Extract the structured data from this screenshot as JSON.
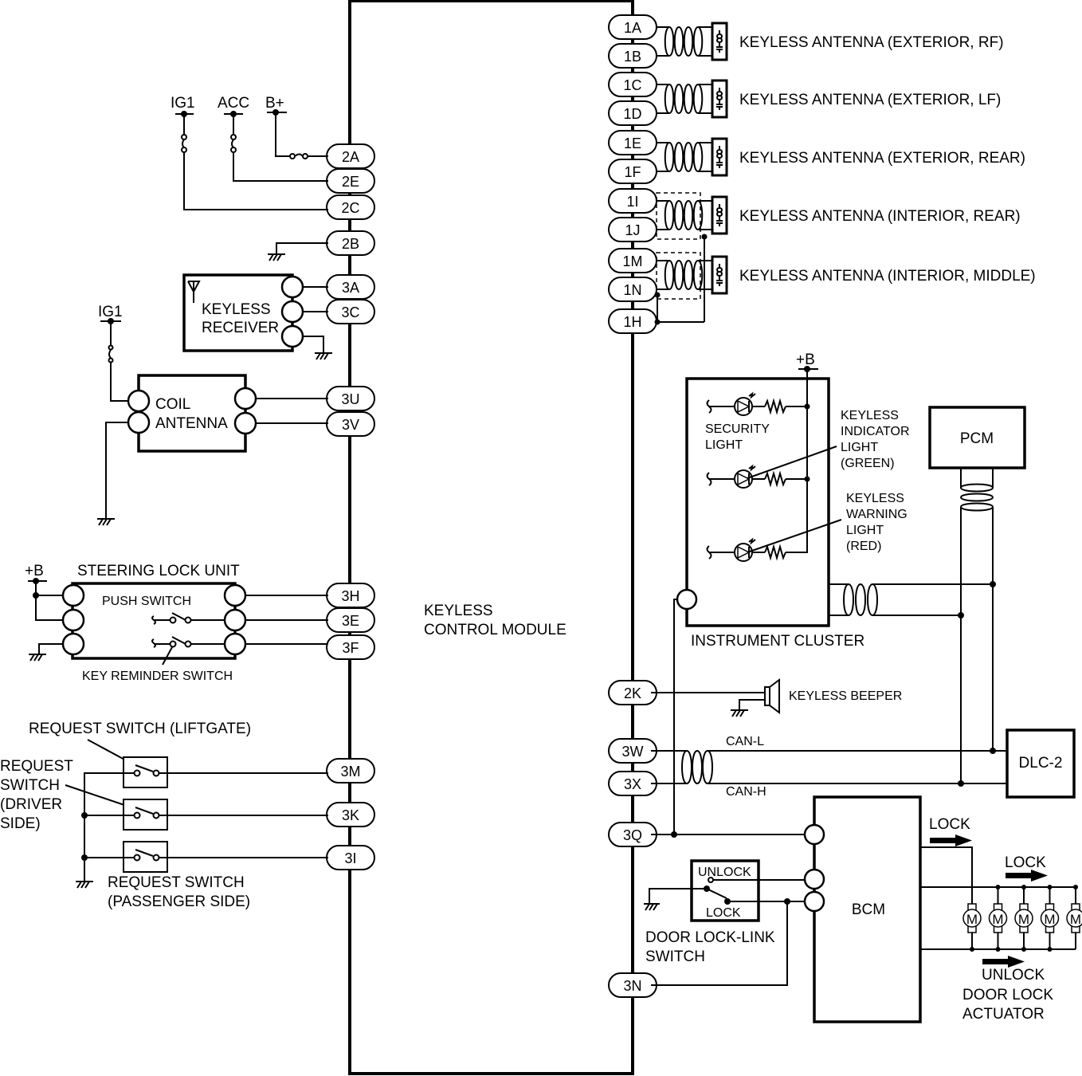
{
  "diagram": {
    "module": {
      "name_line1": "KEYLESS",
      "name_line2": "CONTROL MODULE"
    },
    "pins_right": [
      "1A",
      "1B",
      "1C",
      "1D",
      "1E",
      "1F",
      "1I",
      "1J",
      "1M",
      "1N",
      "1H",
      "2K",
      "3W",
      "3X",
      "3Q",
      "3N"
    ],
    "pins_left": [
      "2A",
      "2E",
      "2C",
      "2B",
      "3A",
      "3C",
      "3U",
      "3V",
      "3H",
      "3E",
      "3F",
      "3M",
      "3K",
      "3I"
    ],
    "power": {
      "ig1": "IG1",
      "acc": "ACC",
      "bplus": "B+",
      "ig1_coil": "IG1",
      "plusb_steering": "+B",
      "plusb_cluster": "+B"
    },
    "antennas": [
      {
        "label": "KEYLESS ANTENNA (EXTERIOR, RF)",
        "pins": [
          "1A",
          "1B"
        ],
        "shielded": false
      },
      {
        "label": "KEYLESS ANTENNA (EXTERIOR, LF)",
        "pins": [
          "1C",
          "1D"
        ],
        "shielded": false
      },
      {
        "label": "KEYLESS ANTENNA (EXTERIOR, REAR)",
        "pins": [
          "1E",
          "1F"
        ],
        "shielded": false
      },
      {
        "label": "KEYLESS ANTENNA (INTERIOR, REAR)",
        "pins": [
          "1I",
          "1J"
        ],
        "shielded": true
      },
      {
        "label": "KEYLESS ANTENNA (INTERIOR, MIDDLE)",
        "pins": [
          "1M",
          "1N"
        ],
        "shielded": true
      }
    ],
    "keyless_receiver": {
      "line1": "KEYLESS",
      "line2": "RECEIVER"
    },
    "coil_antenna": {
      "line1": "COIL",
      "line2": "ANTENNA"
    },
    "steering_lock": {
      "title": "STEERING LOCK UNIT",
      "push_switch": "PUSH SWITCH",
      "key_reminder": "KEY REMINDER SWITCH"
    },
    "request_switches": {
      "liftgate": "REQUEST SWITCH (LIFTGATE)",
      "driver": [
        "REQUEST",
        "SWITCH",
        "(DRIVER",
        "SIDE)"
      ],
      "passenger": [
        "REQUEST SWITCH",
        "(PASSENGER SIDE)"
      ]
    },
    "instrument_cluster": {
      "title": "INSTRUMENT CLUSTER",
      "security_light": [
        "SECURITY",
        "LIGHT"
      ],
      "indicator_light": [
        "KEYLESS",
        "INDICATOR",
        "LIGHT",
        "(GREEN)"
      ],
      "warning_light": [
        "KEYLESS",
        "WARNING",
        "LIGHT",
        "(RED)"
      ]
    },
    "pcm": "PCM",
    "dlc": "DLC-2",
    "beeper": "KEYLESS BEEPER",
    "can": {
      "low": "CAN-L",
      "high": "CAN-H"
    },
    "bcm": "BCM",
    "door_lock_link": {
      "unlock": "UNLOCK",
      "lock": "LOCK",
      "line1": "DOOR LOCK-LINK",
      "line2": "SWITCH"
    },
    "actuator": {
      "lock_top": "LOCK",
      "lock_mid": "LOCK",
      "unlock": "UNLOCK",
      "line1": "DOOR LOCK",
      "line2": "ACTUATOR",
      "motor": "M",
      "count": 5
    }
  }
}
